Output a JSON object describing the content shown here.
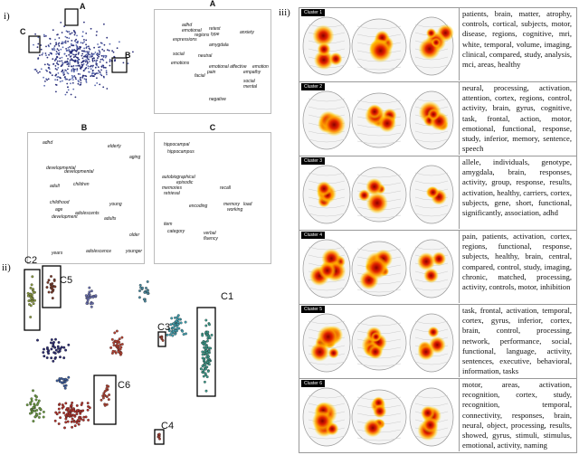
{
  "section_labels": {
    "i": "i)",
    "ii": "ii)",
    "iii": "iii)"
  },
  "panel_i": {
    "box_labels": [
      "A",
      "B",
      "C"
    ],
    "panels": [
      {
        "title": "A",
        "words": [
          "retest",
          "type",
          "adhd",
          "emotional",
          "regions",
          "anxiety",
          "expressions",
          "amygdala",
          "social",
          "neutral",
          "emotions",
          "emotional affective",
          "emotion",
          "empathy",
          "facial",
          "pain",
          "social",
          "mental",
          "negative"
        ]
      },
      {
        "title": "B",
        "words": [
          "adhd",
          "elderly",
          "aging",
          "developmental",
          "developmental",
          "adult",
          "children",
          "childhood",
          "young",
          "age",
          "adolescents",
          "development",
          "adults",
          "older",
          "years",
          "adolescence",
          "younger"
        ]
      },
      {
        "title": "C",
        "words": [
          "hippocampal",
          "hippocampus",
          "autobiographical",
          "episodic",
          "memories",
          "retrieval",
          "recall",
          "encoding",
          "memory",
          "load",
          "working",
          "item",
          "category",
          "verbal",
          "fluency"
        ]
      }
    ]
  },
  "panel_ii": {
    "cluster_labels": [
      "C1",
      "C2",
      "C3",
      "C4",
      "C5",
      "C6"
    ]
  },
  "panel_iii": {
    "clusters": [
      {
        "tag": "Cluster 1",
        "text": "patients, brain, matter, atrophy, controls, cortical, subjects, motor, disease, regions, cognitive, mri, white, temporal, volume, imaging, clinical, compared, study, analysis, mci, areas, healthy"
      },
      {
        "tag": "Cluster 2",
        "text": "neural, processing, activation, attention, cortex, regions, control, activity, brain, gyrus, cognitive, task, frontal, action, motor, emotional, functional, response, study, inferior, memory, sentence, speech"
      },
      {
        "tag": "Cluster 3",
        "text": "allele, individuals, genotype, amygdala, brain, responses, activity, group, response, results, activation, healthy, carriers, cortex, subjects, gene, short, functional, significantly, association, adhd"
      },
      {
        "tag": "Cluster 4",
        "text": "pain, patients, activation, cortex, regions, functional, response, subjects, healthy, brain, central, compared, control, study, imaging, chronic, matched, processing, activity, controls, motor, inhibition"
      },
      {
        "tag": "Cluster 5",
        "text": "task, frontal, activation, temporal, cortex, gyrus, inferior, cortex, brain, control, processing, network, performance, social, functional, language, activity, sentences, executive, behavioral, information, tasks"
      },
      {
        "tag": "Cluster 6",
        "text": "motor, areas, activation, recognition, cortex, study, recognition, temporal, connectivity, responses, brain, neural, object, processing, results, showed, gyrus, stimuli, stimulus, emotional, activity, naming"
      }
    ]
  }
}
